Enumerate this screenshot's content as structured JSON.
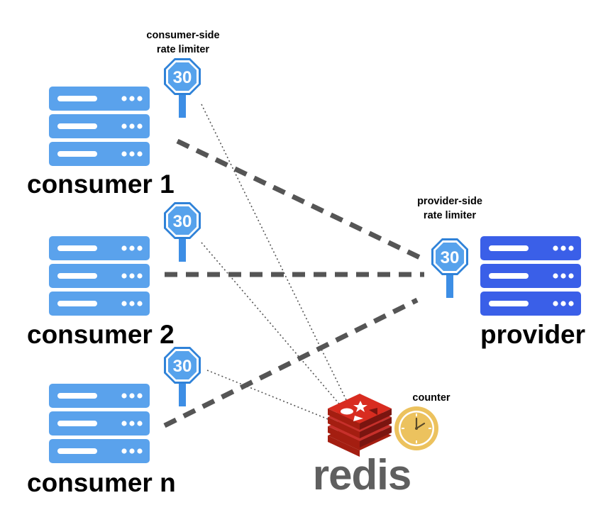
{
  "labels": {
    "consumer_side_limiter": [
      "consumer-side",
      "rate limiter"
    ],
    "provider_side_limiter": [
      "provider-side",
      "rate limiter"
    ],
    "consumer_1": "consumer 1",
    "consumer_2": "consumer 2",
    "consumer_n": "consumer n",
    "provider": "provider",
    "counter": "counter",
    "redis": "redis",
    "sign_value": "30"
  },
  "colors": {
    "consumer_server": "#5aa2ec",
    "provider_server": "#3a5fe8",
    "sign_fill": "#56a2ec",
    "sign_dark": "#2f82d8",
    "redis_red": "#d82c20",
    "clock_gold": "#ecc25e",
    "dashed_line": "#555555",
    "dotted_line": "#555555"
  },
  "icons": [
    "server-stack-icon",
    "speed-limit-sign-icon",
    "redis-logo-icon",
    "clock-icon"
  ]
}
